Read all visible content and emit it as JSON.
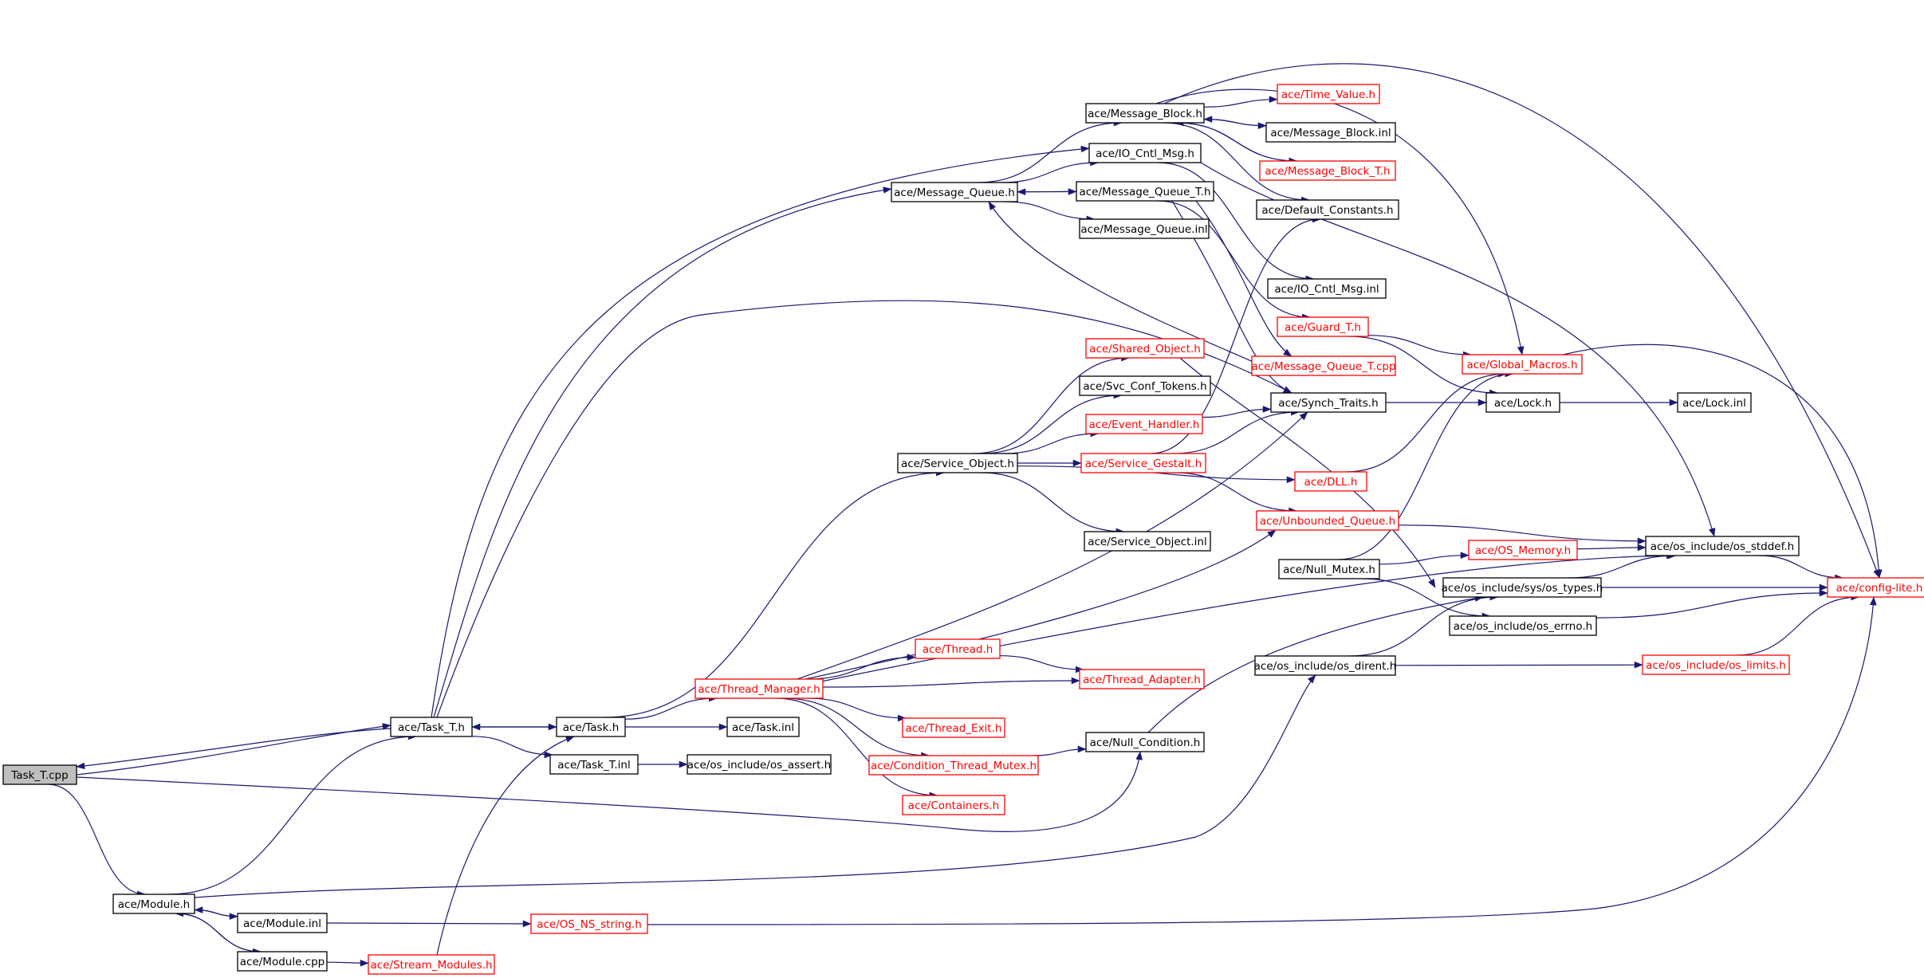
{
  "colors": {
    "edge": "#191970",
    "root_fill": "#bfbfbf",
    "normal_border": "#000000",
    "external_border": "#ff0000",
    "normal_text": "#000000",
    "external_text": "#ff0000"
  },
  "nodes": [
    {
      "id": "task_t_cpp",
      "label": "Task_T.cpp",
      "kind": "root"
    },
    {
      "id": "module_h",
      "label": "ace/Module.h",
      "kind": "normal"
    },
    {
      "id": "task_t_h",
      "label": "ace/Task_T.h",
      "kind": "normal"
    },
    {
      "id": "task_h",
      "label": "ace/Task.h",
      "kind": "normal"
    },
    {
      "id": "task_t_inl",
      "label": "ace/Task_T.inl",
      "kind": "normal"
    },
    {
      "id": "os_assert",
      "label": "ace/os_include/os_assert.h",
      "kind": "normal"
    },
    {
      "id": "task_inl",
      "label": "ace/Task.inl",
      "kind": "normal"
    },
    {
      "id": "thread_manager",
      "label": "ace/Thread_Manager.h",
      "kind": "external"
    },
    {
      "id": "thread_h",
      "label": "ace/Thread.h",
      "kind": "external"
    },
    {
      "id": "thread_adapter",
      "label": "ace/Thread_Adapter.h",
      "kind": "external"
    },
    {
      "id": "thread_exit",
      "label": "ace/Thread_Exit.h",
      "kind": "external"
    },
    {
      "id": "cond_thread_mutex",
      "label": "ace/Condition_Thread_Mutex.h",
      "kind": "external"
    },
    {
      "id": "containers",
      "label": "ace/Containers.h",
      "kind": "external"
    },
    {
      "id": "null_condition",
      "label": "ace/Null_Condition.h",
      "kind": "normal"
    },
    {
      "id": "module_inl",
      "label": "ace/Module.inl",
      "kind": "normal"
    },
    {
      "id": "module_cpp",
      "label": "ace/Module.cpp",
      "kind": "normal"
    },
    {
      "id": "stream_modules",
      "label": "ace/Stream_Modules.h",
      "kind": "external"
    },
    {
      "id": "os_ns_string",
      "label": "ace/OS_NS_string.h",
      "kind": "external"
    },
    {
      "id": "message_queue",
      "label": "ace/Message_Queue.h",
      "kind": "normal"
    },
    {
      "id": "message_block",
      "label": "ace/Message_Block.h",
      "kind": "normal"
    },
    {
      "id": "time_value",
      "label": "ace/Time_Value.h",
      "kind": "external"
    },
    {
      "id": "message_block_inl",
      "label": "ace/Message_Block.inl",
      "kind": "normal"
    },
    {
      "id": "message_block_t",
      "label": "ace/Message_Block_T.h",
      "kind": "external"
    },
    {
      "id": "io_cntl_msg",
      "label": "ace/IO_Cntl_Msg.h",
      "kind": "normal"
    },
    {
      "id": "message_queue_t",
      "label": "ace/Message_Queue_T.h",
      "kind": "normal"
    },
    {
      "id": "default_constants",
      "label": "ace/Default_Constants.h",
      "kind": "normal"
    },
    {
      "id": "message_queue_inl",
      "label": "ace/Message_Queue.inl",
      "kind": "normal"
    },
    {
      "id": "io_cntl_msg_inl",
      "label": "ace/IO_Cntl_Msg.inl",
      "kind": "normal"
    },
    {
      "id": "guard_t",
      "label": "ace/Guard_T.h",
      "kind": "external"
    },
    {
      "id": "message_queue_t_cpp",
      "label": "ace/Message_Queue_T.cpp",
      "kind": "external"
    },
    {
      "id": "global_macros",
      "label": "ace/Global_Macros.h",
      "kind": "external"
    },
    {
      "id": "synch_traits",
      "label": "ace/Synch_Traits.h",
      "kind": "normal"
    },
    {
      "id": "lock_h",
      "label": "ace/Lock.h",
      "kind": "normal"
    },
    {
      "id": "lock_inl",
      "label": "ace/Lock.inl",
      "kind": "normal"
    },
    {
      "id": "shared_object",
      "label": "ace/Shared_Object.h",
      "kind": "external"
    },
    {
      "id": "svc_conf_tokens",
      "label": "ace/Svc_Conf_Tokens.h",
      "kind": "normal"
    },
    {
      "id": "event_handler",
      "label": "ace/Event_Handler.h",
      "kind": "external"
    },
    {
      "id": "service_object",
      "label": "ace/Service_Object.h",
      "kind": "normal"
    },
    {
      "id": "service_gestalt",
      "label": "ace/Service_Gestalt.h",
      "kind": "external"
    },
    {
      "id": "dll_h",
      "label": "ace/DLL.h",
      "kind": "external"
    },
    {
      "id": "unbounded_queue",
      "label": "ace/Unbounded_Queue.h",
      "kind": "external"
    },
    {
      "id": "service_object_inl",
      "label": "ace/Service_Object.inl",
      "kind": "normal"
    },
    {
      "id": "os_memory",
      "label": "ace/OS_Memory.h",
      "kind": "external"
    },
    {
      "id": "os_stddef",
      "label": "ace/os_include/os_stddef.h",
      "kind": "normal"
    },
    {
      "id": "null_mutex",
      "label": "ace/Null_Mutex.h",
      "kind": "normal"
    },
    {
      "id": "sys_os_types",
      "label": "ace/os_include/sys/os_types.h",
      "kind": "normal"
    },
    {
      "id": "config_lite",
      "label": "ace/config-lite.h",
      "kind": "external"
    },
    {
      "id": "os_errno",
      "label": "ace/os_include/os_errno.h",
      "kind": "normal"
    },
    {
      "id": "os_dirent",
      "label": "ace/os_include/os_dirent.h",
      "kind": "normal"
    },
    {
      "id": "os_limits",
      "label": "ace/os_include/os_limits.h",
      "kind": "external"
    }
  ],
  "edges": [
    [
      "task_t_cpp",
      "task_t_h"
    ],
    [
      "task_t_h",
      "task_t_cpp"
    ],
    [
      "task_t_cpp",
      "module_h"
    ],
    [
      "task_t_cpp",
      "null_condition"
    ],
    [
      "task_t_h",
      "task_h"
    ],
    [
      "task_h",
      "task_t_h"
    ],
    [
      "task_t_h",
      "task_t_inl"
    ],
    [
      "task_t_inl",
      "os_assert"
    ],
    [
      "task_t_h",
      "message_queue"
    ],
    [
      "task_t_h",
      "io_cntl_msg"
    ],
    [
      "task_t_h",
      "synch_traits"
    ],
    [
      "task_h",
      "task_inl"
    ],
    [
      "task_h",
      "thread_manager"
    ],
    [
      "task_h",
      "service_object"
    ],
    [
      "thread_manager",
      "thread_h"
    ],
    [
      "thread_manager",
      "thread_adapter"
    ],
    [
      "thread_manager",
      "thread_exit"
    ],
    [
      "thread_manager",
      "cond_thread_mutex"
    ],
    [
      "thread_manager",
      "containers"
    ],
    [
      "thread_manager",
      "synch_traits"
    ],
    [
      "thread_manager",
      "unbounded_queue"
    ],
    [
      "thread_manager",
      "os_stddef"
    ],
    [
      "thread_h",
      "thread_adapter"
    ],
    [
      "cond_thread_mutex",
      "null_condition"
    ],
    [
      "null_condition",
      "sys_os_types"
    ],
    [
      "module_h",
      "task_t_h"
    ],
    [
      "module_h",
      "module_inl"
    ],
    [
      "module_inl",
      "module_h"
    ],
    [
      "module_h",
      "module_cpp"
    ],
    [
      "module_cpp",
      "module_h"
    ],
    [
      "module_h",
      "os_dirent"
    ],
    [
      "module_inl",
      "os_ns_string"
    ],
    [
      "module_cpp",
      "stream_modules"
    ],
    [
      "stream_modules",
      "task_h"
    ],
    [
      "os_ns_string",
      "config_lite"
    ],
    [
      "message_queue",
      "message_block"
    ],
    [
      "message_queue",
      "io_cntl_msg"
    ],
    [
      "message_queue",
      "message_queue_t"
    ],
    [
      "message_queue_t",
      "message_queue"
    ],
    [
      "message_queue",
      "message_queue_inl"
    ],
    [
      "message_block",
      "time_value"
    ],
    [
      "message_block",
      "message_block_inl"
    ],
    [
      "message_block_inl",
      "message_block"
    ],
    [
      "message_block",
      "message_block_t"
    ],
    [
      "message_block_t",
      "message_block"
    ],
    [
      "message_block",
      "default_constants"
    ],
    [
      "message_block",
      "global_macros"
    ],
    [
      "message_block",
      "config_lite"
    ],
    [
      "io_cntl_msg",
      "io_cntl_msg_inl"
    ],
    [
      "io_cntl_msg",
      "os_stddef"
    ],
    [
      "message_queue_t",
      "message_queue_t_cpp"
    ],
    [
      "message_queue_t",
      "guard_t"
    ],
    [
      "message_queue_t",
      "synch_traits"
    ],
    [
      "message_queue_t_cpp",
      "message_queue"
    ],
    [
      "guard_t",
      "global_macros"
    ],
    [
      "guard_t",
      "lock_h"
    ],
    [
      "global_macros",
      "config_lite"
    ],
    [
      "synch_traits",
      "lock_h"
    ],
    [
      "lock_h",
      "lock_inl"
    ],
    [
      "service_object",
      "shared_object"
    ],
    [
      "service_object",
      "svc_conf_tokens"
    ],
    [
      "service_object",
      "event_handler"
    ],
    [
      "service_object",
      "service_gestalt"
    ],
    [
      "service_object",
      "dll_h"
    ],
    [
      "service_object",
      "service_object_inl"
    ],
    [
      "shared_object",
      "sys_os_types"
    ],
    [
      "event_handler",
      "synch_traits"
    ],
    [
      "service_gestalt",
      "synch_traits"
    ],
    [
      "service_gestalt",
      "default_constants"
    ],
    [
      "service_gestalt",
      "unbounded_queue"
    ],
    [
      "dll_h",
      "global_macros"
    ],
    [
      "unbounded_queue",
      "os_stddef"
    ],
    [
      "null_mutex",
      "os_memory"
    ],
    [
      "null_mutex",
      "os_errno"
    ],
    [
      "null_mutex",
      "global_macros"
    ],
    [
      "os_memory",
      "os_stddef"
    ],
    [
      "os_stddef",
      "config_lite"
    ],
    [
      "sys_os_types",
      "os_stddef"
    ],
    [
      "sys_os_types",
      "config_lite"
    ],
    [
      "os_errno",
      "config_lite"
    ],
    [
      "os_dirent",
      "os_limits"
    ],
    [
      "os_dirent",
      "sys_os_types"
    ],
    [
      "os_limits",
      "config_lite"
    ]
  ]
}
